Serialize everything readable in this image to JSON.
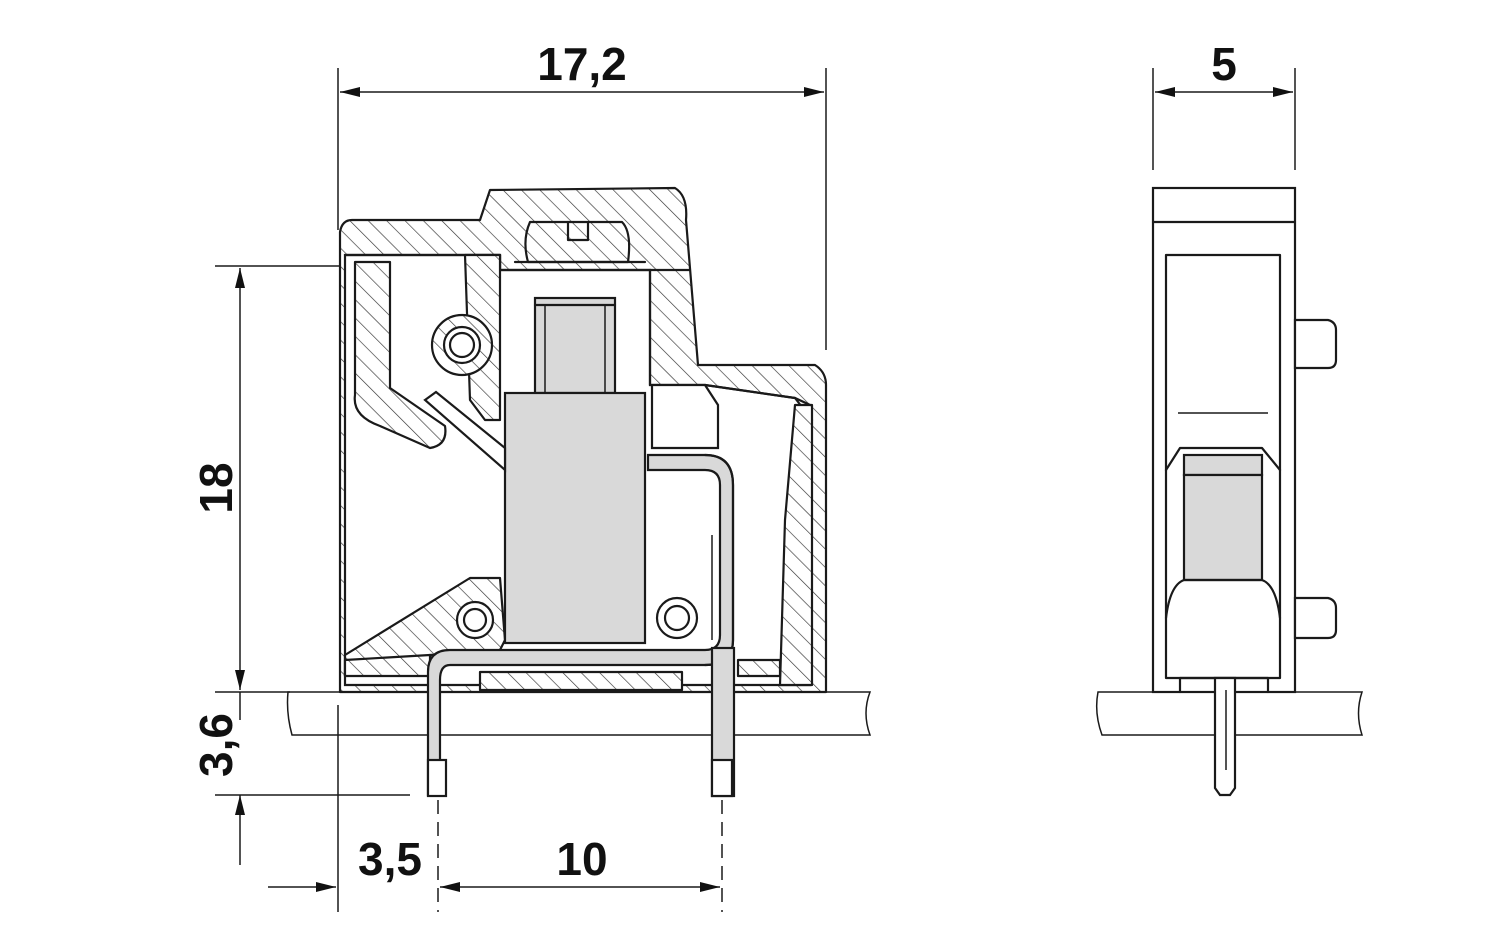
{
  "dimensions": {
    "overall_width": "17,2",
    "depth": "5",
    "height": "18",
    "pin_length": "3,6",
    "pin_offset": "3,5",
    "pin_pitch": "10"
  },
  "colors": {
    "line": "#1a1a1a",
    "fill_grey": "#d9d9d9",
    "background": "#ffffff"
  }
}
